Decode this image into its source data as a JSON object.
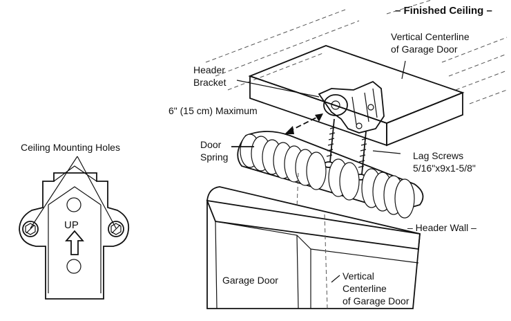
{
  "labels": {
    "finished_ceiling": "– Finished Ceiling –",
    "vcl_top_1": "Vertical Centerline",
    "vcl_top_2": "of Garage Door",
    "header_bracket_1": "Header",
    "header_bracket_2": "Bracket",
    "maximum": "6\" (15 cm) Maximum",
    "door_spring_1": "Door",
    "door_spring_2": "Spring",
    "lag_screws_1": "Lag Screws",
    "lag_screws_2": "5/16\"x9x1-5/8\"",
    "header_wall": "– Header Wall –",
    "garage_door": "Garage Door",
    "vcl_bottom_1": "Vertical",
    "vcl_bottom_2": "Centerline",
    "vcl_bottom_3": "of Garage Door",
    "ceiling_mounting_holes": "Ceiling Mounting Holes",
    "up": "UP"
  },
  "colors": {
    "line": "#111111",
    "door_fill": "#8a8a8a",
    "spring_fill": "#ffffff"
  },
  "icons": {
    "up_arrow": "arrow-up-icon",
    "screw_hole": "hex-screw-icon"
  }
}
